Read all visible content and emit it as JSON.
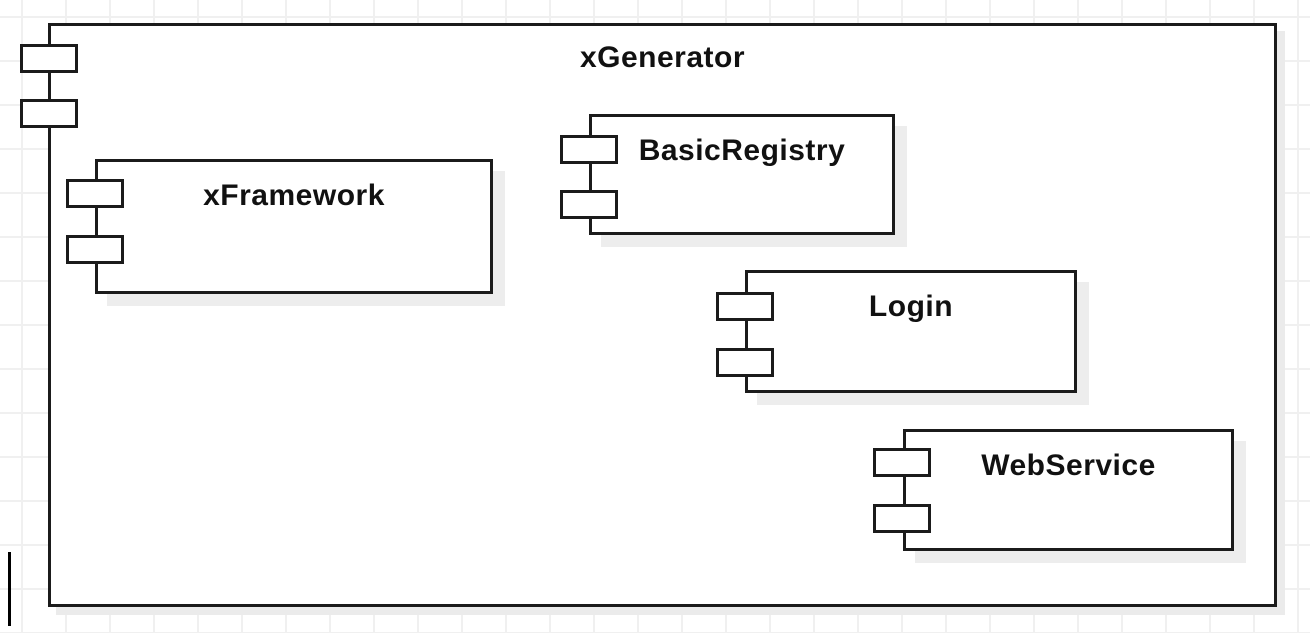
{
  "diagram": {
    "type": "uml-component-diagram",
    "outer_component": {
      "name": "xGenerator"
    },
    "components": [
      {
        "name": "xFramework"
      },
      {
        "name": "BasicRegistry"
      },
      {
        "name": "Login"
      },
      {
        "name": "WebService"
      }
    ],
    "icons": {
      "component_tab": "small rectangle pair on left border (UML component notation)"
    },
    "colors": {
      "shape_border": "#1b1b1b",
      "shape_fill": "#ffffff",
      "drop_shadow": "#ededed",
      "grid_line": "#f0f0f0",
      "label_text": "#111111"
    }
  }
}
